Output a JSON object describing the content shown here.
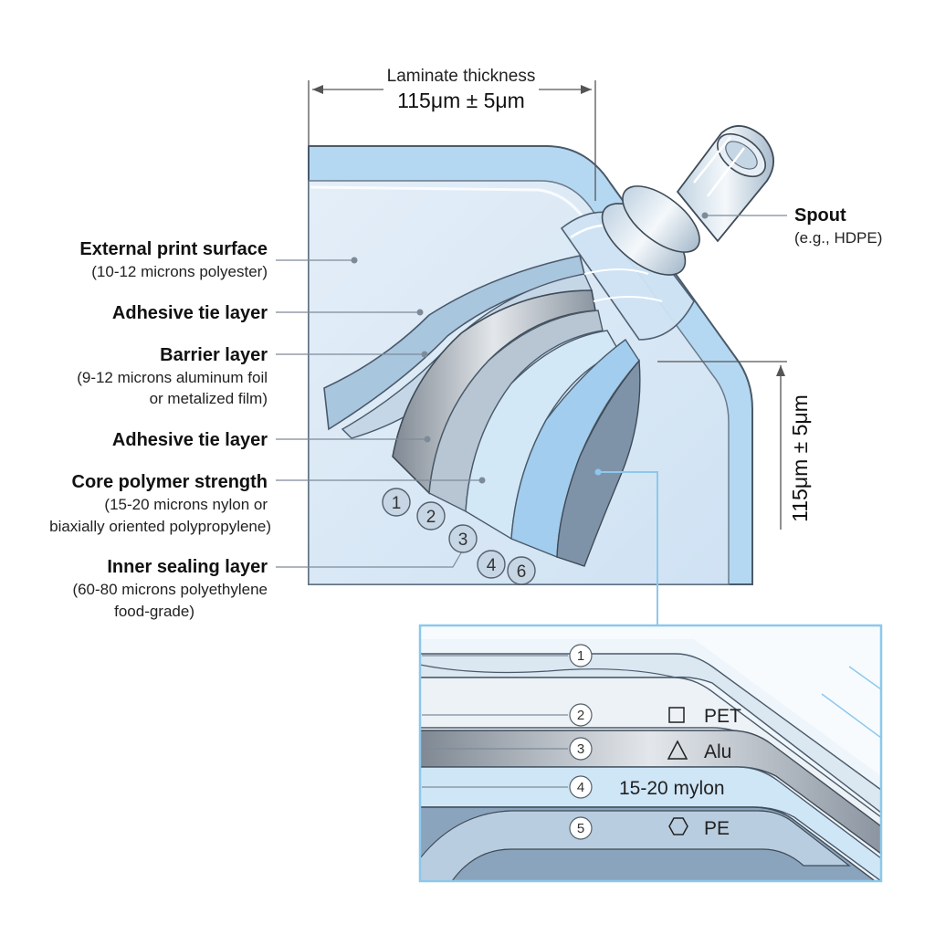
{
  "laminate_top": {
    "title": "Laminate thickness",
    "value": "115μm ± 5μm"
  },
  "laminate_side": {
    "value": "115μm ± 5μm"
  },
  "spout": {
    "title": "Spout",
    "sub": "(e.g., HDPE)"
  },
  "labels": [
    {
      "title": "External print surface",
      "sub": [
        "(10-12 microns polyester)"
      ]
    },
    {
      "title": "Adhesive tie layer",
      "sub": []
    },
    {
      "title": "Barrier layer",
      "sub": [
        "(9-12 microns aluminum foil",
        "or metalized film)"
      ]
    },
    {
      "title": "Adhesive tie layer",
      "sub": []
    },
    {
      "title": "Core polymer strength",
      "sub": [
        "(15-20 microns nylon or",
        "biaxially oriented polypropylene)"
      ]
    },
    {
      "title": "Inner sealing layer",
      "sub": [
        "(60-80 microns polyethylene",
        "food-grade)"
      ]
    }
  ],
  "badges": [
    "1",
    "2",
    "3",
    "4",
    "6"
  ],
  "inset": {
    "rows": [
      {
        "num": "1",
        "material": "",
        "icon": ""
      },
      {
        "num": "2",
        "material": "PET",
        "icon": "square-icon"
      },
      {
        "num": "3",
        "material": "Alu",
        "icon": "triangle-icon"
      },
      {
        "num": "4",
        "material": "15-20 mylon",
        "icon": ""
      },
      {
        "num": "5",
        "material": "PE",
        "icon": "hexagon-icon"
      }
    ]
  },
  "colors": {
    "film": "#c9e3f7",
    "foil": "#9aa4b0",
    "accent": "#8cc8ec",
    "outline": "#4a5a6a"
  }
}
